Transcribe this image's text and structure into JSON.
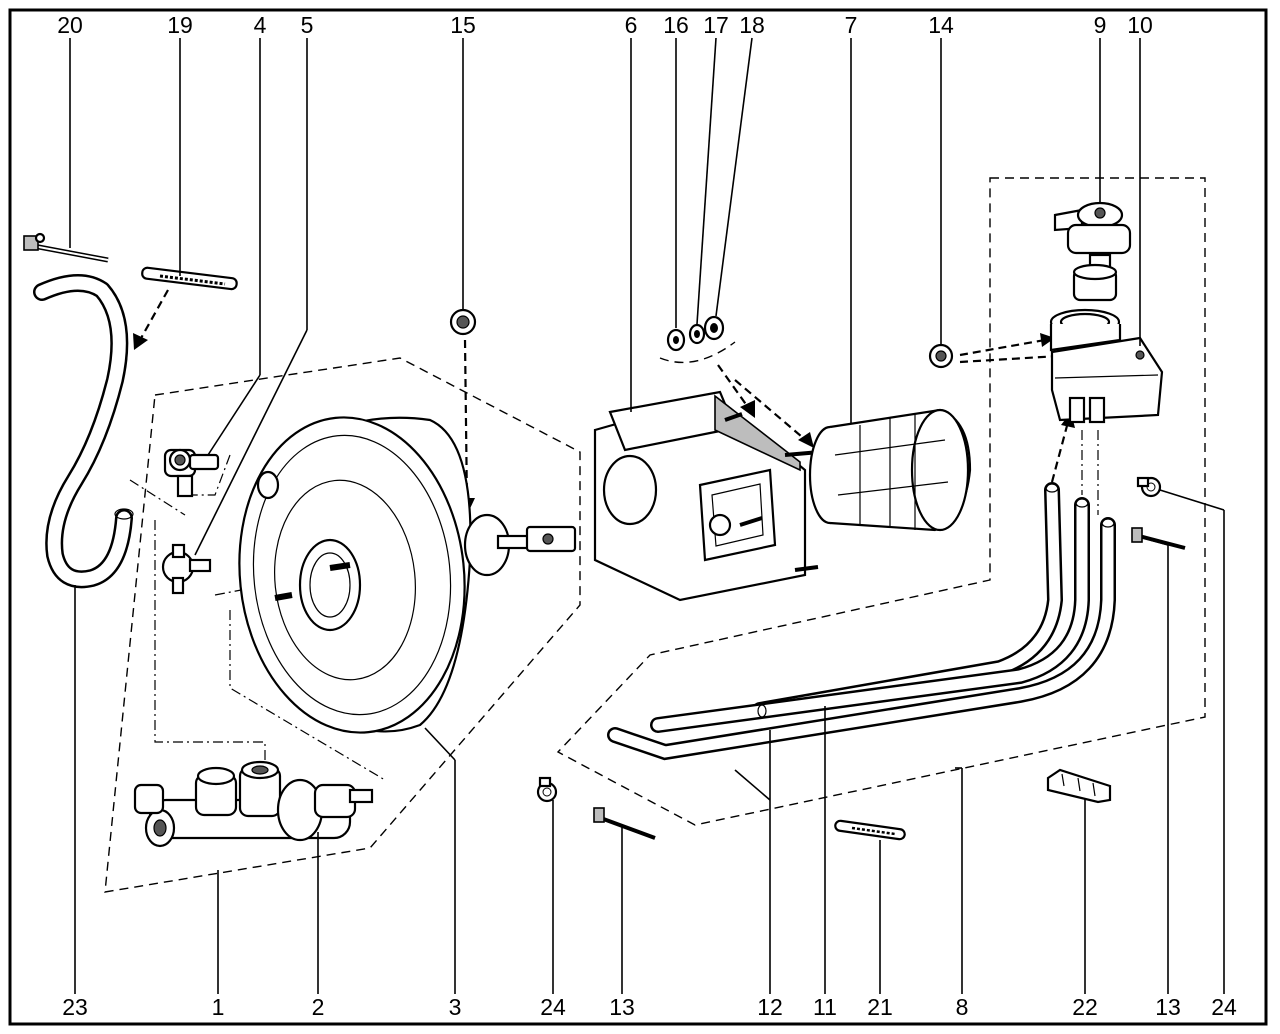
{
  "labels": {
    "top": [
      "20",
      "19",
      "4",
      "5",
      "15",
      "6",
      "16",
      "17",
      "18",
      "7",
      "14",
      "9",
      "10"
    ],
    "bottom": [
      "23",
      "1",
      "2",
      "3",
      "24",
      "13",
      "12",
      "11",
      "21",
      "8",
      "22",
      "13",
      "24"
    ]
  },
  "parts": {
    "p1": "master-cylinder",
    "p2": "master-cylinder-seal",
    "p3": "brake-booster",
    "p4": "vacuum-elbow-fitting",
    "p5": "check-valve",
    "p6": "booster-mounting-bracket",
    "p7": "boot",
    "p8": "brake-line-long",
    "p9": "reservoir-cap",
    "p10": "fluid-reservoir",
    "p11": "brake-line-short",
    "p12": "brake-line-medium",
    "p13": "cable-tie",
    "p14": "reservoir-nut",
    "p15": "booster-nut",
    "p16": "washer",
    "p17": "spring-washer",
    "p18": "nut",
    "p19": "hose-clip-strap",
    "p20": "hose-tie",
    "p21": "strap",
    "p22": "line-clip",
    "p23": "vacuum-hose",
    "p24": "hose-clamp"
  }
}
